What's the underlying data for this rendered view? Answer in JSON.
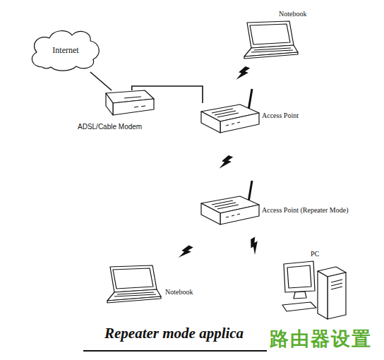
{
  "diagram": {
    "caption": "Repeater mode applica",
    "nodes": [
      {
        "text": [
          "Internet"
        ]
      },
      {
        "text": [
          "Notebook"
        ]
      },
      {
        "text": [
          "ADSL/Cable Modem"
        ]
      },
      {
        "text": [
          "Access Point"
        ]
      },
      {
        "text": [
          "Access Point (Repeater Mode)"
        ]
      },
      {
        "text": [
          "Notebook"
        ]
      },
      {
        "text": [
          "PC"
        ]
      }
    ],
    "edges": [
      {
        "from": 0,
        "to": 2,
        "arrow": "none"
      },
      {
        "from": 2,
        "to": 3,
        "arrow": "none"
      }
    ],
    "labels": [
      "路由器设置"
    ]
  }
}
